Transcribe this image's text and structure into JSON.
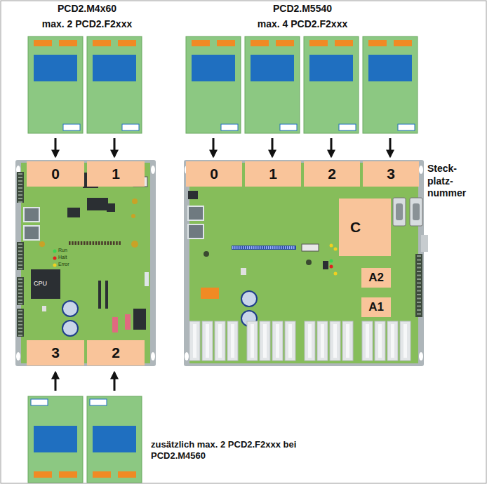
{
  "diagram": {
    "nodes": [
      {
        "text": [
          "0"
        ]
      },
      {
        "text": [
          "1"
        ]
      },
      {
        "text": [
          "3"
        ]
      },
      {
        "text": [
          "2"
        ]
      },
      {
        "text": [
          "0"
        ]
      },
      {
        "text": [
          "1"
        ]
      },
      {
        "text": [
          "2"
        ]
      },
      {
        "text": [
          "3"
        ]
      },
      {
        "text": [
          "C"
        ]
      },
      {
        "text": [
          "A2"
        ]
      },
      {
        "text": [
          "A1"
        ]
      }
    ],
    "labels": [
      "PCD2.M4x60",
      "max. 2 PCD2.F2xxx",
      "PCD2.M5540",
      "max. 4 PCD2.F2xxx",
      "Steck- platz- nummer",
      "CPU",
      "Run",
      "Halt",
      "Error",
      "zusätzlich max. 2 PCD2.F2xxx bei PCD2.M4560"
    ]
  }
}
